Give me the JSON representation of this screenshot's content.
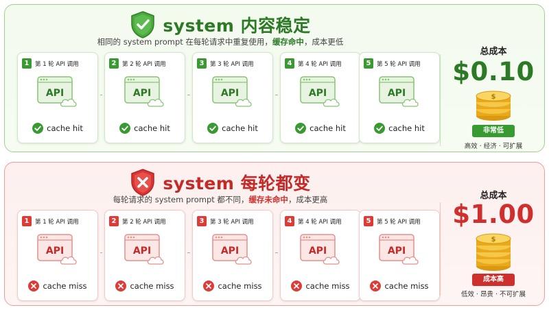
{
  "colors": {
    "green": "#3a9a32",
    "green_dark": "#2c7a26",
    "green_light": "#e8f4e1",
    "red": "#e03a36",
    "red_dark": "#c42a28",
    "red_light": "#fbe7e5",
    "gold": "#f2b52a"
  },
  "good": {
    "title": "system 内容稳定",
    "subtitle_before": "相同的 system prompt 在每轮请求中重复使用，",
    "subtitle_highlight": "缓存命中",
    "subtitle_after": "，成本更低",
    "icon": "shield-check-icon",
    "status_icon": "check-circle-icon",
    "cards": [
      {
        "num": "1",
        "call": "第 1 轮 API 调用",
        "window_text": "API",
        "status": "cache hit"
      },
      {
        "num": "2",
        "call": "第 2 轮 API 调用",
        "window_text": "API",
        "status": "cache hit"
      },
      {
        "num": "3",
        "call": "第 3 轮 API 调用",
        "window_text": "API",
        "status": "cache hit"
      },
      {
        "num": "4",
        "call": "第 4 轮 API 调用",
        "window_text": "API",
        "status": "cache hit"
      },
      {
        "num": "5",
        "call": "第 5 轮 API 调用",
        "window_text": "API",
        "status": "cache hit"
      }
    ],
    "cost_label": "总成本",
    "price": "$0.10",
    "badge": "非常低",
    "note": "高效 · 经济 · 可扩展"
  },
  "bad": {
    "title": "system 每轮都变",
    "subtitle_before": "每轮请求的 system prompt 都不同，",
    "subtitle_highlight": "缓存未命中",
    "subtitle_after": "，成本更高",
    "icon": "shield-x-icon",
    "status_icon": "x-circle-icon",
    "cards": [
      {
        "num": "1",
        "call": "第 1 轮 API 调用",
        "window_text": "API",
        "status": "cache miss"
      },
      {
        "num": "2",
        "call": "第 2 轮 API 调用",
        "window_text": "API",
        "status": "cache miss"
      },
      {
        "num": "3",
        "call": "第 3 轮 API 调用",
        "window_text": "API",
        "status": "cache miss"
      },
      {
        "num": "4",
        "call": "第 4 轮 API 调用",
        "window_text": "API",
        "status": "cache miss"
      },
      {
        "num": "5",
        "call": "第 5 轮 API 调用",
        "window_text": "API",
        "status": "cache miss"
      }
    ],
    "cost_label": "总成本",
    "price": "$1.00",
    "badge": "成本高",
    "note": "低效 · 昂贵 · 不可扩展"
  }
}
